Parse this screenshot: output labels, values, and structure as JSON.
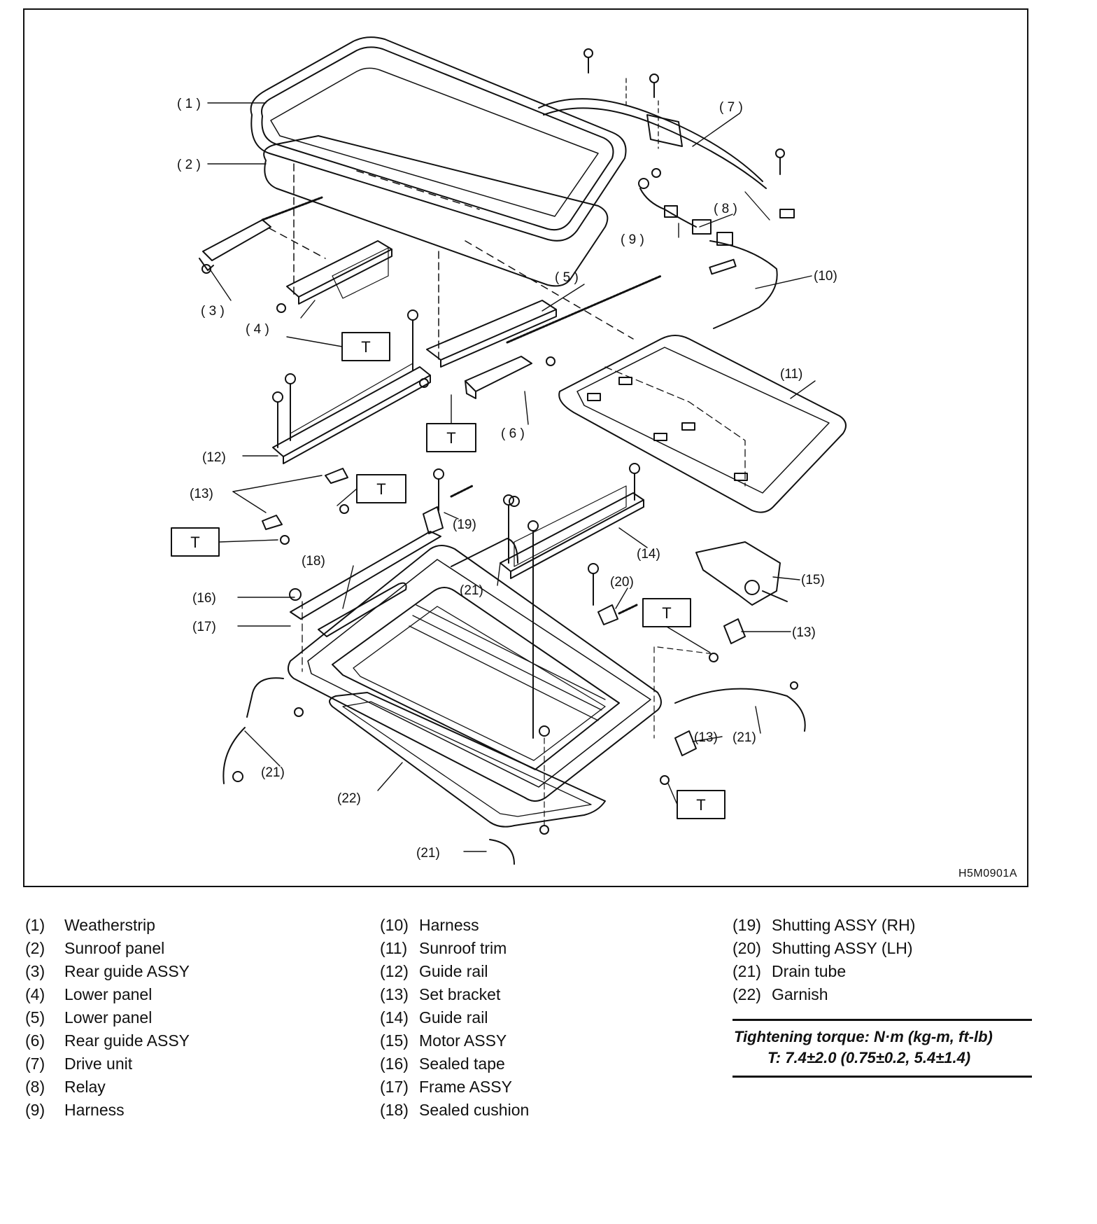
{
  "figure_id": "H5M0901A",
  "torque_box_label": "T",
  "callouts": {
    "c1": "( 1 )",
    "c2": "( 2 )",
    "c3": "( 3 )",
    "c4": "( 4 )",
    "c5": "( 5 )",
    "c6": "( 6 )",
    "c7": "( 7 )",
    "c8": "( 8 )",
    "c9": "( 9 )",
    "c10": "(10)",
    "c11": "(11)",
    "c12": "(12)",
    "c13a": "(13)",
    "c13b": "(13)",
    "c13c": "(13)",
    "c14": "(14)",
    "c15": "(15)",
    "c16": "(16)",
    "c17": "(17)",
    "c18": "(18)",
    "c19": "(19)",
    "c20": "(20)",
    "c21a": "(21)",
    "c21b": "(21)",
    "c21c": "(21)",
    "c21d": "(21)",
    "c22": "(22)"
  },
  "legend": {
    "col1": [
      {
        "num": "(1)",
        "name": "Weatherstrip"
      },
      {
        "num": "(2)",
        "name": "Sunroof panel"
      },
      {
        "num": "(3)",
        "name": "Rear guide ASSY"
      },
      {
        "num": "(4)",
        "name": "Lower panel"
      },
      {
        "num": "(5)",
        "name": "Lower panel"
      },
      {
        "num": "(6)",
        "name": "Rear guide ASSY"
      },
      {
        "num": "(7)",
        "name": "Drive unit"
      },
      {
        "num": "(8)",
        "name": "Relay"
      },
      {
        "num": "(9)",
        "name": "Harness"
      }
    ],
    "col2": [
      {
        "num": "(10)",
        "name": "Harness"
      },
      {
        "num": "(11)",
        "name": "Sunroof trim"
      },
      {
        "num": "(12)",
        "name": "Guide rail"
      },
      {
        "num": "(13)",
        "name": "Set bracket"
      },
      {
        "num": "(14)",
        "name": "Guide rail"
      },
      {
        "num": "(15)",
        "name": "Motor ASSY"
      },
      {
        "num": "(16)",
        "name": "Sealed tape"
      },
      {
        "num": "(17)",
        "name": "Frame ASSY"
      },
      {
        "num": "(18)",
        "name": "Sealed cushion"
      }
    ],
    "col3": [
      {
        "num": "(19)",
        "name": "Shutting ASSY (RH)"
      },
      {
        "num": "(20)",
        "name": "Shutting ASSY (LH)"
      },
      {
        "num": "(21)",
        "name": "Drain tube"
      },
      {
        "num": "(22)",
        "name": "Garnish"
      }
    ]
  },
  "torque": {
    "title": "Tightening torque: N·m (kg-m, ft-lb)",
    "value": "T: 7.4±2.0 (0.75±0.2, 5.4±1.4)"
  }
}
